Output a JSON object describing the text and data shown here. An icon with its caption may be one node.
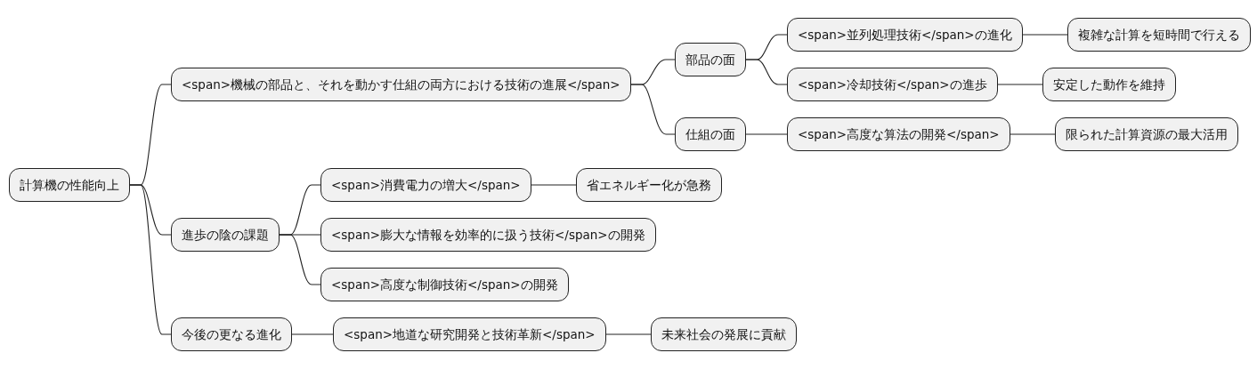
{
  "diagram": {
    "nodes": [
      {
        "text": [
          "計算機の性能向上"
        ]
      },
      {
        "text": [
          "<span>機械の部品と、それを動かす仕組の両方における技術の進展</span>"
        ]
      },
      {
        "text": [
          "部品の面"
        ]
      },
      {
        "text": [
          "<span>並列処理技術</span>の進化"
        ]
      },
      {
        "text": [
          "複雑な計算を短時間で行える"
        ]
      },
      {
        "text": [
          "<span>冷却技術</span>の進歩"
        ]
      },
      {
        "text": [
          "安定した動作を維持"
        ]
      },
      {
        "text": [
          "仕組の面"
        ]
      },
      {
        "text": [
          "<span>高度な算法の開発</span>"
        ]
      },
      {
        "text": [
          "限られた計算資源の最大活用"
        ]
      },
      {
        "text": [
          "進歩の陰の課題"
        ]
      },
      {
        "text": [
          "<span>消費電力の増大</span>"
        ]
      },
      {
        "text": [
          "省エネルギー化が急務"
        ]
      },
      {
        "text": [
          "<span>膨大な情報を効率的に扱う技術</span>の開発"
        ]
      },
      {
        "text": [
          "<span>高度な制御技術</span>の開発"
        ]
      },
      {
        "text": [
          "今後の更なる進化"
        ]
      },
      {
        "text": [
          "<span>地道な研究開発と技術革新</span>"
        ]
      },
      {
        "text": [
          "未来社会の発展に貢献"
        ]
      }
    ],
    "edges": [
      {
        "from": 0,
        "to": 1,
        "arrow": "none"
      },
      {
        "from": 1,
        "to": 2,
        "arrow": "none"
      },
      {
        "from": 2,
        "to": 3,
        "arrow": "none"
      },
      {
        "from": 3,
        "to": 4,
        "arrow": "none"
      },
      {
        "from": 2,
        "to": 5,
        "arrow": "none"
      },
      {
        "from": 5,
        "to": 6,
        "arrow": "none"
      },
      {
        "from": 1,
        "to": 7,
        "arrow": "none"
      },
      {
        "from": 7,
        "to": 8,
        "arrow": "none"
      },
      {
        "from": 8,
        "to": 9,
        "arrow": "none"
      },
      {
        "from": 0,
        "to": 10,
        "arrow": "none"
      },
      {
        "from": 10,
        "to": 11,
        "arrow": "none"
      },
      {
        "from": 11,
        "to": 12,
        "arrow": "none"
      },
      {
        "from": 10,
        "to": 13,
        "arrow": "none"
      },
      {
        "from": 10,
        "to": 14,
        "arrow": "none"
      },
      {
        "from": 0,
        "to": 15,
        "arrow": "none"
      },
      {
        "from": 15,
        "to": 16,
        "arrow": "none"
      },
      {
        "from": 16,
        "to": 17,
        "arrow": "none"
      }
    ]
  }
}
